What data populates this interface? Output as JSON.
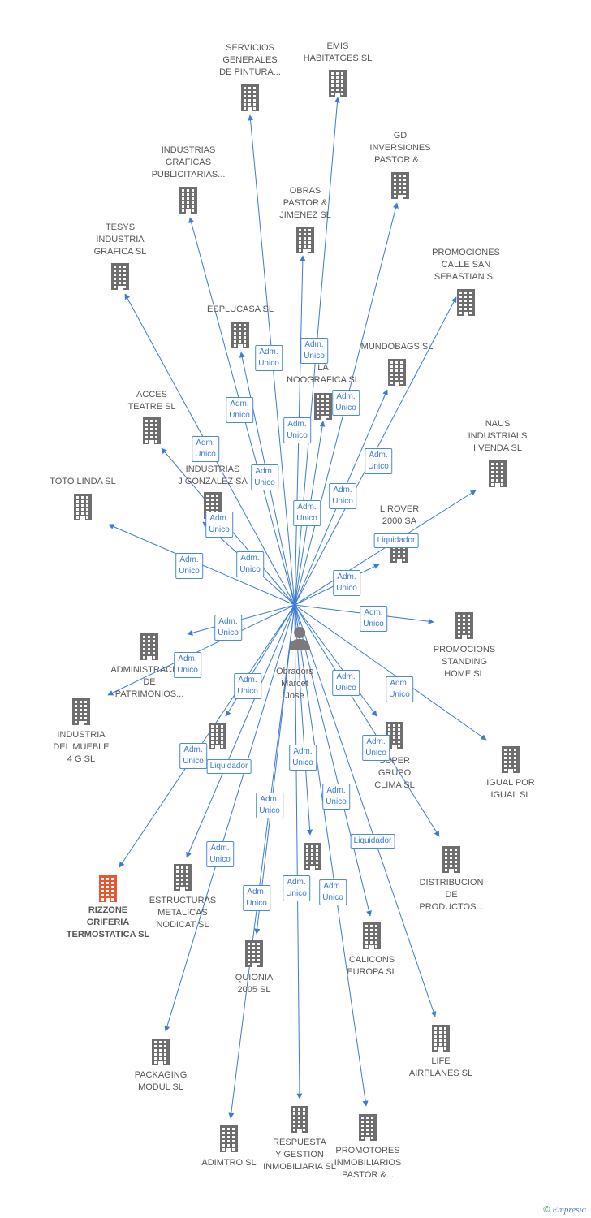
{
  "colors": {
    "edge": "#3a7bd5",
    "building": "#6e6e6e",
    "highlight": "#e8572f",
    "person": "#7a7a7a"
  },
  "center": {
    "label": "Obradors\nMarcet\nJose",
    "icon": "person-icon"
  },
  "nodes": [
    {
      "id": "servicios",
      "label": "SERVICIOS\nGENERALES\nDE PINTURA..."
    },
    {
      "id": "emis",
      "label": "EMIS\nHABITATGES SL"
    },
    {
      "id": "gd",
      "label": "GD\nINVERSIONES\nPASTOR &..."
    },
    {
      "id": "industrias-graficas",
      "label": "INDUSTRIAS\nGRAFICAS\nPUBLICITARIAS..."
    },
    {
      "id": "obras",
      "label": "OBRAS\nPASTOR &\nJIMENEZ SL"
    },
    {
      "id": "tesys",
      "label": "TESYS\nINDUSTRIA\nGRAFICA SL"
    },
    {
      "id": "promociones-calle",
      "label": "PROMOCIONES\nCALLE SAN\nSEBASTIAN SL"
    },
    {
      "id": "esplucasa",
      "label": "ESPLUCASA SL"
    },
    {
      "id": "mundobags",
      "label": "MUNDOBAGS SL"
    },
    {
      "id": "la-noografica",
      "label": "LA\nNOOGRAFICA SL"
    },
    {
      "id": "acces",
      "label": "ACCES\nTEATRE SL"
    },
    {
      "id": "naus",
      "label": "NAUS\nINDUSTRIALS\nI VENDA SL"
    },
    {
      "id": "industrias-gonzalez",
      "label": "INDUSTRIAS\nJ GONZALEZ SA"
    },
    {
      "id": "toto",
      "label": "TOTO LINDA SL"
    },
    {
      "id": "lirover",
      "label": "LIROVER\n2000 SA"
    },
    {
      "id": "promocions-standing",
      "label": "PROMOCIONS\nSTANDING\nHOME SL"
    },
    {
      "id": "administracion",
      "label": "ADMINISTRACION\nDE\nPATRIMONIOS..."
    },
    {
      "id": "industria-mueble",
      "label": "INDUSTRIA\nDEL MUEBLE\n4 G SL"
    },
    {
      "id": "clima",
      "label": "SUPER\nGRUPO\nCLIMA SL"
    },
    {
      "id": "igual",
      "label": "IGUAL POR\nIGUAL SL"
    },
    {
      "id": "unnamed-1",
      "label": ""
    },
    {
      "id": "distribucion",
      "label": "DISTRIBUCION\nDE\nPRODUCTOS..."
    },
    {
      "id": "rizzone",
      "label": "RIZZONE\nGRIFERIA\nTERMOSTATICA SL"
    },
    {
      "id": "estructuras",
      "label": "ESTRUCTURAS\nMETALICAS\nNODICAT SL"
    },
    {
      "id": "unnamed-2",
      "label": ""
    },
    {
      "id": "calicons",
      "label": "CALICONS\nEUROPA SL"
    },
    {
      "id": "quionia",
      "label": "QUIONIA\n2005 SL"
    },
    {
      "id": "life",
      "label": "LIFE\nAIRPLANES SL"
    },
    {
      "id": "packaging",
      "label": "PACKAGING\nMODUL SL"
    },
    {
      "id": "adimtro",
      "label": "ADIMTRO SL"
    },
    {
      "id": "respuesta",
      "label": "RESPUESTA\nY GESTION\nINMOBILIARIA SL"
    },
    {
      "id": "promotores",
      "label": "PROMOTORES\nINMOBILIARIOS\nPASTOR &..."
    }
  ],
  "badges": [
    {
      "text": "Adm.\nUnico"
    },
    {
      "text": "Adm.\nUnico"
    },
    {
      "text": "Adm.\nUnico"
    },
    {
      "text": "Adm.\nUnico"
    },
    {
      "text": "Adm.\nUnico"
    },
    {
      "text": "Adm.\nUnico"
    },
    {
      "text": "Adm.\nUnico"
    },
    {
      "text": "Adm.\nUnico"
    },
    {
      "text": "Adm.\nUnico"
    },
    {
      "text": "Adm.\nUnico"
    },
    {
      "text": "Adm.\nUnico"
    },
    {
      "text": "Adm.\nUnico"
    },
    {
      "text": "Adm.\nUnico"
    },
    {
      "text": "Liquidador"
    },
    {
      "text": "Adm.\nUnico"
    },
    {
      "text": "Adm.\nUnico"
    },
    {
      "text": "Adm.\nUnico"
    },
    {
      "text": "Adm.\nUnico"
    },
    {
      "text": "Adm.\nUnico"
    },
    {
      "text": "Adm.\nUnico"
    },
    {
      "text": "Adm.\nUnico"
    },
    {
      "text": "Adm.\nUnico"
    },
    {
      "text": "Liquidador"
    },
    {
      "text": "Adm.\nUnico"
    },
    {
      "text": "Adm.\nUnico"
    },
    {
      "text": "Adm.\nUnico"
    },
    {
      "text": "Adm.\nUnico"
    },
    {
      "text": "Liquidador"
    },
    {
      "text": "Adm.\nUnico"
    },
    {
      "text": "Adm.\nUnico"
    },
    {
      "text": "Adm.\nUnico"
    },
    {
      "text": "Adm.\nUnico"
    }
  ],
  "footer": {
    "copyright": "©",
    "brand": "Empresia"
  }
}
